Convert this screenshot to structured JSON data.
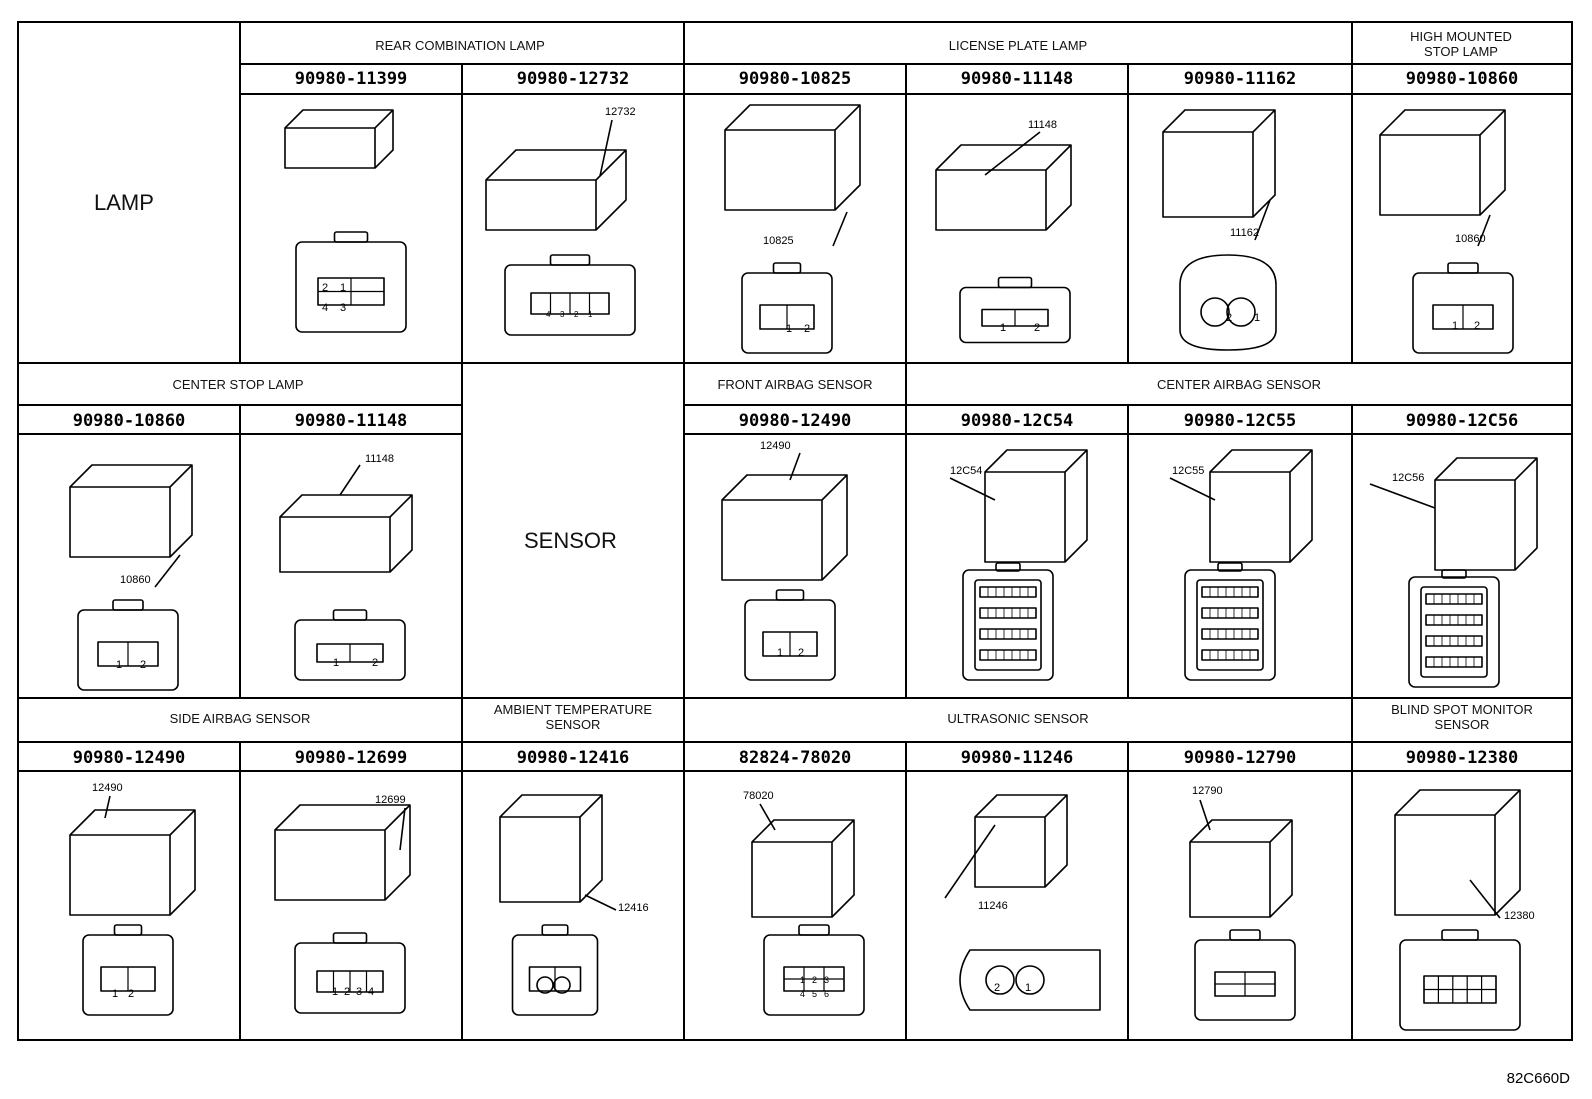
{
  "row1": {
    "lamp_label": "LAMP",
    "groups": [
      "REAR COMBINATION LAMP",
      "LICENSE PLATE LAMP",
      "HIGH MOUNTED\nSTOP LAMP"
    ],
    "parts": [
      "90980-11399",
      "90980-12732",
      "90980-10825",
      "90980-11148",
      "90980-11162",
      "90980-10860"
    ],
    "callouts": [
      "12732",
      "10825",
      "11148",
      "11162",
      "10860"
    ]
  },
  "row2": {
    "groups": [
      "CENTER STOP LAMP",
      "FRONT AIRBAG SENSOR",
      "CENTER AIRBAG SENSOR"
    ],
    "sensor_label": "SENSOR",
    "parts": [
      "90980-10860",
      "90980-11148",
      "90980-12490",
      "90980-12C54",
      "90980-12C55",
      "90980-12C56"
    ],
    "callouts": [
      "10860",
      "11148",
      "12490",
      "12C54",
      "12C55",
      "12C56"
    ]
  },
  "row3": {
    "groups": [
      "SIDE AIRBAG SENSOR",
      "AMBIENT TEMPERATURE\nSENSOR",
      "ULTRASONIC SENSOR",
      "BLIND SPOT MONITOR\nSENSOR"
    ],
    "parts": [
      "90980-12490",
      "90980-12699",
      "90980-12416",
      "82824-78020",
      "90980-11246",
      "90980-12790",
      "90980-12380"
    ],
    "callouts": [
      "12490",
      "12699",
      "12416",
      "78020",
      "11246",
      "12790",
      "12380"
    ]
  },
  "pins": {
    "p4": [
      "2",
      "1",
      "4",
      "3"
    ],
    "p4row": [
      "4",
      "3",
      "2",
      "1"
    ],
    "p2": [
      "1",
      "2"
    ],
    "p2r": [
      "2",
      "1"
    ],
    "p1234": [
      "1",
      "2",
      "3",
      "4"
    ],
    "p6": [
      "1",
      "2",
      "3",
      "4",
      "5",
      "6"
    ]
  },
  "figure_code": "82C660D"
}
